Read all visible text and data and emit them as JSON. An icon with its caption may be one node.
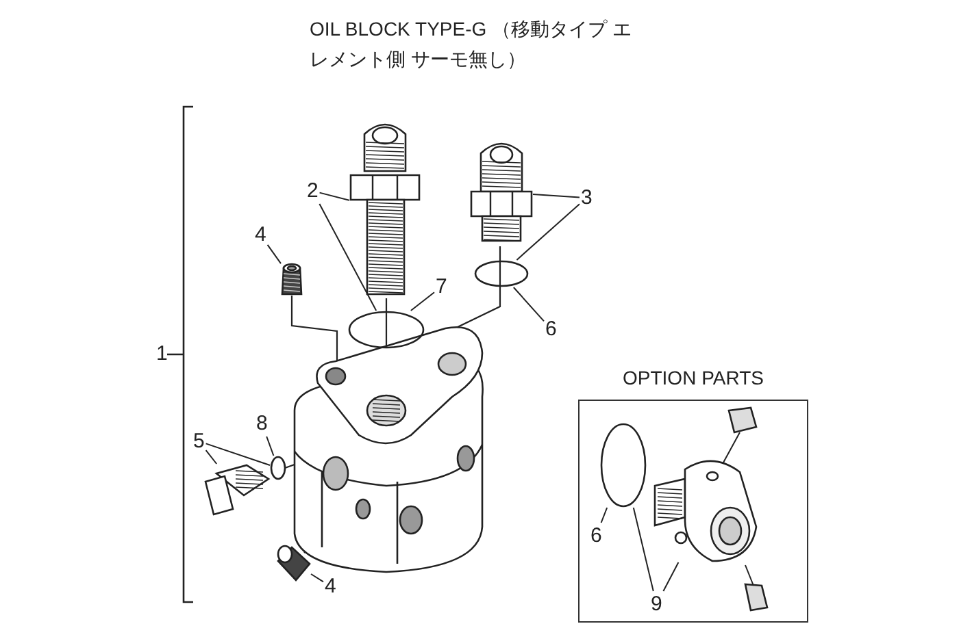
{
  "diagram": {
    "title": "OIL BLOCK TYPE-G （移動タイプ エレメント側 サーモ無し）",
    "nodes": [
      {
        "text": [
          "OPTION PARTS"
        ]
      },
      {
        "text": [
          "2"
        ]
      },
      {
        "text": [
          "3"
        ]
      },
      {
        "text": [
          "4"
        ]
      },
      {
        "text": [
          "7"
        ]
      },
      {
        "text": [
          "6"
        ]
      },
      {
        "text": [
          "5"
        ]
      },
      {
        "text": [
          "8"
        ]
      },
      {
        "text": [
          "4"
        ]
      },
      {
        "text": [
          "6"
        ],
        "in": 0
      },
      {
        "text": [
          "9"
        ],
        "in": 0
      },
      {
        "text": [],
        "shape": "picture"
      },
      {
        "text": [],
        "shape": "picture"
      },
      {
        "text": [],
        "shape": "picture"
      },
      {
        "text": [],
        "shape": "circle"
      },
      {
        "text": [],
        "shape": "circle"
      },
      {
        "text": [],
        "shape": "picture"
      },
      {
        "text": [],
        "shape": "circle"
      },
      {
        "text": [],
        "shape": "picture"
      },
      {
        "text": [],
        "shape": "circle",
        "in": 0
      },
      {
        "text": [],
        "shape": "picture",
        "in": 0
      }
    ],
    "edges": [
      {
        "from": 1,
        "to": 11,
        "arrow": "none"
      },
      {
        "from": 1,
        "to": 14,
        "arrow": "none"
      },
      {
        "from": 2,
        "to": 12,
        "arrow": "none"
      },
      {
        "from": 2,
        "to": 15,
        "arrow": "none"
      },
      {
        "from": 3,
        "to": 13,
        "arrow": "none"
      },
      {
        "from": 4,
        "to": 14,
        "arrow": "none"
      },
      {
        "from": 5,
        "to": 15,
        "arrow": "none"
      },
      {
        "from": 6,
        "to": 17,
        "arrow": "none"
      },
      {
        "from": 6,
        "to": 16,
        "arrow": "none"
      },
      {
        "from": 7,
        "to": 17,
        "arrow": "none"
      },
      {
        "from": 8,
        "to": 18,
        "arrow": "none"
      },
      {
        "from": 9,
        "to": 19,
        "arrow": "none"
      },
      {
        "from": 10,
        "to": 19,
        "arrow": "none"
      },
      {
        "from": 10,
        "to": 20,
        "arrow": "none"
      }
    ],
    "labels": [
      "1"
    ]
  }
}
